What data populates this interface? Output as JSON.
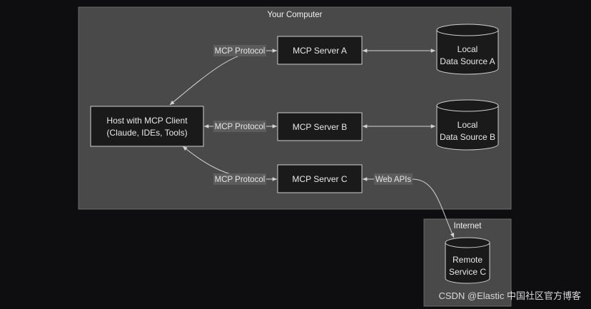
{
  "groups": {
    "computer": {
      "title": "Your Computer"
    },
    "internet": {
      "title": "Internet"
    }
  },
  "nodes": {
    "host": {
      "line1": "Host with MCP Client",
      "line2": "(Claude, IDEs, Tools)"
    },
    "server_a": {
      "label": "MCP Server A"
    },
    "server_b": {
      "label": "MCP Server B"
    },
    "server_c": {
      "label": "MCP Server C"
    },
    "data_a": {
      "line1": "Local",
      "line2": "Data Source A"
    },
    "data_b": {
      "line1": "Local",
      "line2": "Data Source B"
    },
    "remote_c": {
      "line1": "Remote",
      "line2": "Service C"
    }
  },
  "edges": {
    "host_a": {
      "label": "MCP Protocol"
    },
    "host_b": {
      "label": "MCP Protocol"
    },
    "host_c": {
      "label": "MCP Protocol"
    },
    "c_remote": {
      "label": "Web APIs"
    }
  },
  "watermark": "CSDN @Elastic 中国社区官方博客",
  "colors": {
    "background": "#0e0e10",
    "group_fill": "#494949",
    "node_fill": "#1a1a1a",
    "stroke": "#cfcfcf"
  }
}
